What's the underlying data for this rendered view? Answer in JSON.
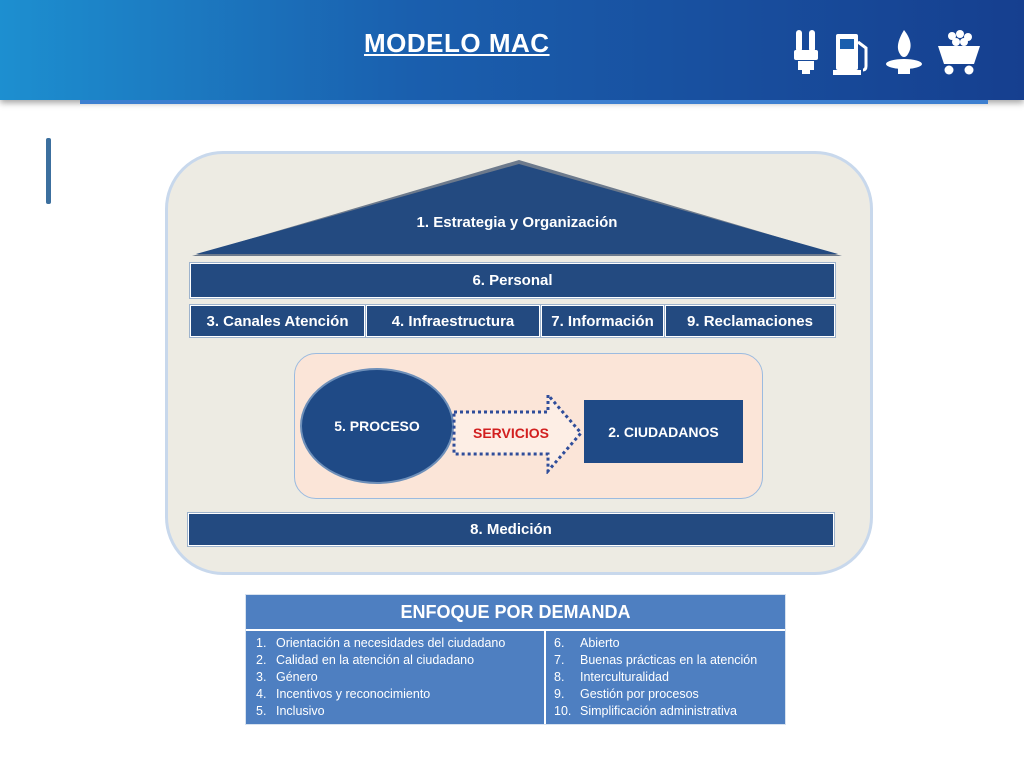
{
  "header": {
    "title": "MODELO   MAC",
    "icons": [
      "light-bulb-icon",
      "fuel-pump-icon",
      "gas-flame-icon",
      "mining-cart-icon"
    ]
  },
  "diagram": {
    "roof": "1. Estrategia y Organización",
    "personal": "6. Personal",
    "pillars": [
      "3. Canales Atención",
      "4. Infraestructura",
      "7. Información",
      "9. Reclamaciones"
    ],
    "proceso": "5. PROCESO",
    "servicios": "SERVICIOS",
    "ciudadanos": "2. CIUDADANOS",
    "medicion": "8. Medición"
  },
  "enfoque": {
    "title": "ENFOQUE POR DEMANDA",
    "left": [
      {
        "num": "1.",
        "text": "Orientación a necesidades del ciudadano"
      },
      {
        "num": "2.",
        "text": "Calidad en la atención al ciudadano"
      },
      {
        "num": "3.",
        "text": "Género"
      },
      {
        "num": "4.",
        "text": "Incentivos y reconocimiento"
      },
      {
        "num": "5.",
        "text": "Inclusivo"
      }
    ],
    "right": [
      {
        "num": "6.",
        "text": "Abierto"
      },
      {
        "num": "7.",
        "text": "Buenas prácticas en la atención"
      },
      {
        "num": "8.",
        "text": "Interculturalidad"
      },
      {
        "num": "9.",
        "text": "Gestión por procesos"
      },
      {
        "num": "10.",
        "text": "Simplificación administrativa"
      }
    ]
  },
  "colors": {
    "band": "#234a80",
    "enfoque": "#4e7fc1",
    "servicios": "#d21f1f",
    "header_start": "#1d8fd0",
    "header_end": "#163f8f"
  }
}
